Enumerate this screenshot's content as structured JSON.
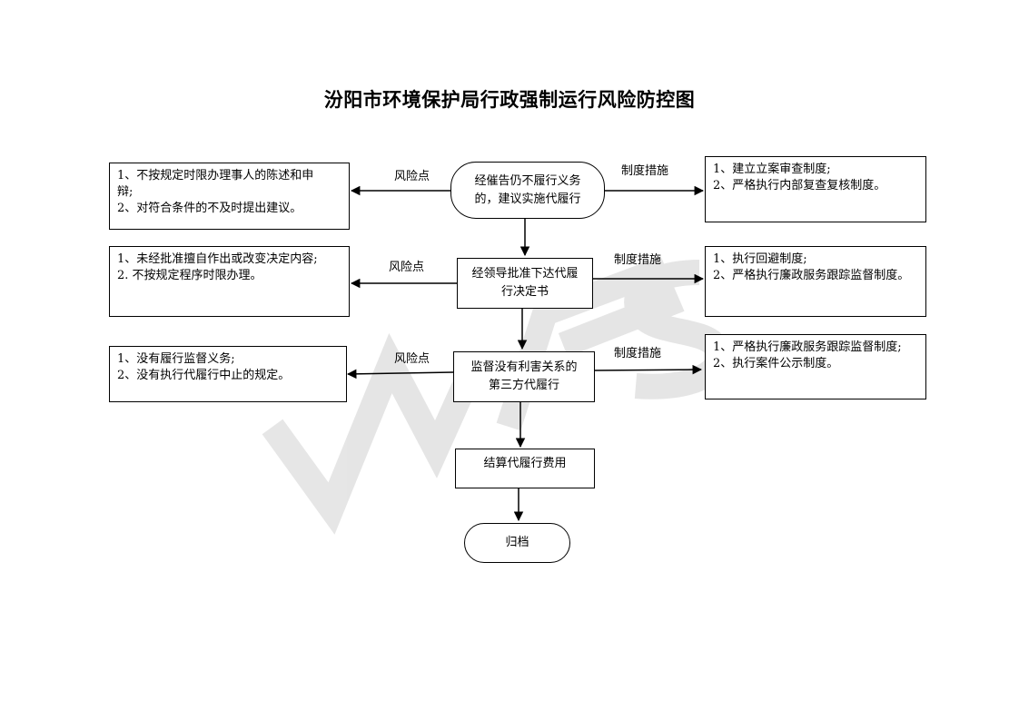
{
  "title": "汾阳市环境保护局行政强制运行风险防控图",
  "watermark": "WPS",
  "flow": {
    "step1": [
      "经催告仍不履行义务",
      "的，建议实施代履行"
    ],
    "step2": [
      "经领导批准下达代履",
      "行决定书"
    ],
    "step3": [
      "监督没有利害关系的",
      "第三方代履行"
    ],
    "step4": [
      "结算代履行费用"
    ],
    "end": [
      "归档"
    ]
  },
  "risk_label": "风险点",
  "measure_label": "制度措施",
  "risks": [
    [
      "1、不按规定时限办理事人的陈述和申",
      "辩;",
      "2、对符合条件的不及时提出建议。"
    ],
    [
      "1、未经批准擅自作出或改变决定内容;",
      "2. 不按规定程序时限办理。"
    ],
    [
      "1、没有履行监督义务;",
      "2、没有执行代履行中止的规定。"
    ]
  ],
  "measures": [
    [
      "1、建立立案审查制度;",
      "2、严格执行内部复查复核制度。"
    ],
    [
      "1、执行回避制度;",
      "2、严格执行廉政服务跟踪监督制度。"
    ],
    [
      "1、严格执行廉政服务跟踪监督制度;",
      "2、执行案件公示制度。"
    ]
  ]
}
